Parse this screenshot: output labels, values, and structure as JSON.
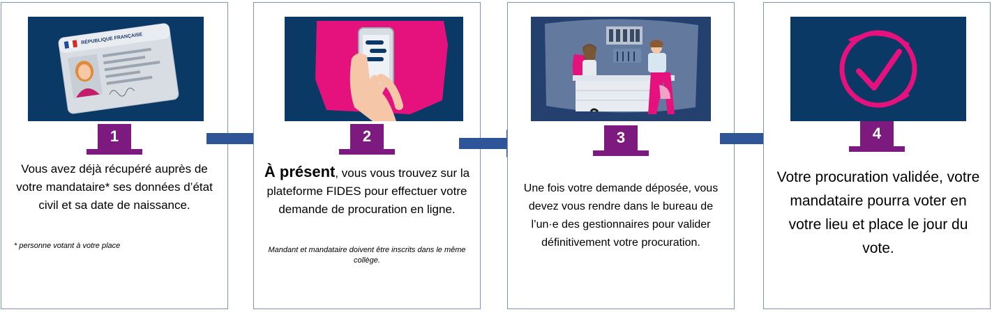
{
  "steps": [
    {
      "number": "1",
      "text": "Vous avez déjà récupéré auprès de votre mandataire* ses données d’état civil et sa date de naissance.",
      "note": "* personne votant à votre place",
      "illustration": "id-card",
      "id_card_header": "RÉPUBLIQUE FRANÇAISE"
    },
    {
      "number": "2",
      "lead": "À présent",
      "text": ", vous vous trouvez sur la plateforme FIDES pour effectuer votre demande de procuration en ligne.",
      "note": "Mandant et mandataire doivent être inscrits dans le même collège.",
      "illustration": "smartphone-hand"
    },
    {
      "number": "3",
      "text": "Une fois votre demande déposée, vous devez vous rendre dans le bureau de l’un·e des gestionnaires pour valider définitivement votre procuration.",
      "illustration": "office-meeting"
    },
    {
      "number": "4",
      "text": "Votre procuration validée, votre mandataire pourra voter en votre lieu et place le jour du vote.",
      "illustration": "check-circle"
    }
  ],
  "colors": {
    "navy": "#0b3966",
    "purple": "#7c1a7f",
    "arrow": "#2e5597",
    "magenta": "#e5127e",
    "border": "#7d93bd"
  }
}
